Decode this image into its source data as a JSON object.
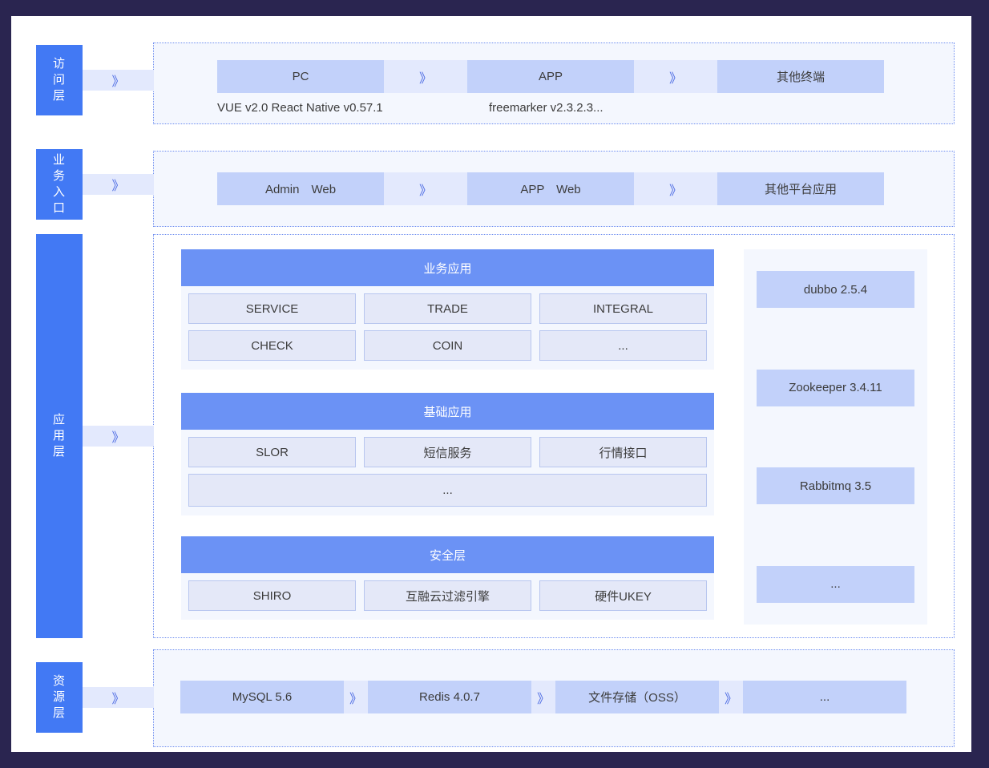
{
  "colors": {
    "frame": "#2a2550",
    "page": "#ffffff",
    "tab": "#4279f4",
    "connector": "#e3e9fd",
    "container_fill": "#f4f7fe",
    "container_border": "#6f8ef0",
    "node": "#c2d1fa",
    "section_head": "#6b92f5",
    "chip": "#e4e8f8",
    "chip_border": "#b8c6ef",
    "chevron": "#4968e2",
    "text": "#3c3c3c"
  },
  "chevron_glyph": "》",
  "layers": [
    {
      "id": "access",
      "tab_label": "访问层",
      "nodes": [
        "PC",
        "APP",
        "其他终端"
      ],
      "captions": [
        "VUE v2.0 React Native v0.57.1",
        "freemarker v2.3.2.3..."
      ]
    },
    {
      "id": "business-entry",
      "tab_label": "业务入口",
      "nodes": [
        "Admin　Web",
        "APP　Web",
        "其他平台应用"
      ],
      "captions": []
    },
    {
      "id": "application",
      "tab_label": "应用层",
      "sections": [
        {
          "title": "业务应用",
          "rows": [
            [
              "SERVICE",
              "TRADE",
              "INTEGRAL"
            ],
            [
              "CHECK",
              "COIN",
              "..."
            ]
          ]
        },
        {
          "title": "基础应用",
          "rows": [
            [
              "SLOR",
              "短信服务",
              "行情接口"
            ],
            [
              "..."
            ]
          ]
        },
        {
          "title": "安全层",
          "rows": [
            [
              "SHIRO",
              "互融云过滤引擎",
              "硬件UKEY"
            ]
          ]
        }
      ],
      "middleware": [
        "dubbo 2.5.4",
        "Zookeeper 3.4.11",
        "Rabbitmq 3.5",
        "..."
      ]
    },
    {
      "id": "resource",
      "tab_label": "资源层",
      "nodes": [
        "MySQL 5.6",
        "Redis 4.0.7",
        "文件存储（OSS）",
        "..."
      ],
      "captions": []
    }
  ]
}
